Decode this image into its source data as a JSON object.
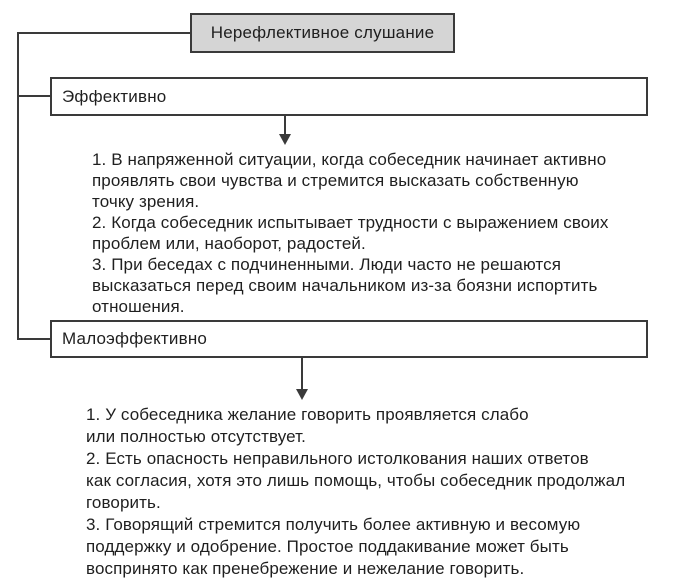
{
  "diagram": {
    "title": "Нерефлективное слушание",
    "branches": [
      {
        "label": "Эффективно",
        "lines": [
          "1. В напряженной ситуации, когда собеседник начинает активно",
          "проявлять свои чувства и стремится высказать собственную",
          "точку зрения.",
          "2. Когда собеседник испытывает трудности с выражением своих",
          "проблем или, наоборот, радостей.",
          "3. При беседах с подчиненными. Люди часто не решаются",
          "высказаться перед своим начальником из-за боязни испортить",
          "отношения."
        ]
      },
      {
        "label": "Малоэффективно",
        "lines": [
          "1. У собеседника желание говорить проявляется слабо",
          "или полностью отсутствует.",
          "2. Есть опасность неправильного истолкования наших ответов",
          "как согласия, хотя это лишь помощь, чтобы собеседник продолжал",
          "говорить.",
          "3. Говорящий стремится получить более активную и весомую",
          "поддержку и одобрение. Простое поддакивание может быть",
          "воспринято как пренебрежение и нежелание говорить."
        ]
      }
    ]
  },
  "colors": {
    "line": "#3a3a3a",
    "title_fill": "#d5d5d5",
    "text": "#1f1f1f",
    "background": "#ffffff"
  }
}
